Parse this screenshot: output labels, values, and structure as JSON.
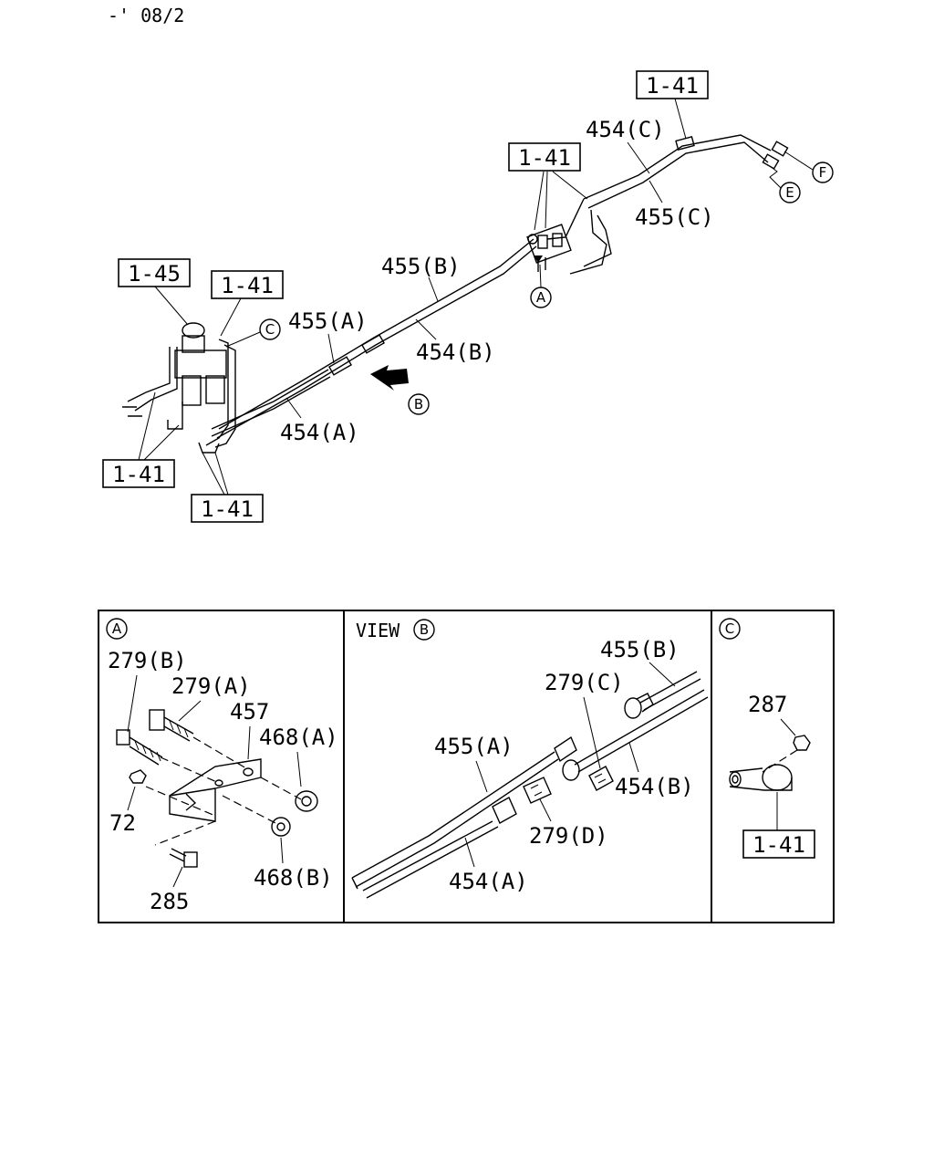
{
  "header": {
    "code": "-' 08/2"
  },
  "main": {
    "refs": {
      "ref_1_45": "1-45",
      "ref_1_41_clip_c": "1-41",
      "ref_1_41_top": "1-41",
      "ref_1_41_mid": "1-41",
      "ref_1_41_bl": "1-41",
      "ref_1_41_bm": "1-41"
    },
    "labels": {
      "p454c": "454(C)",
      "p455c": "455(C)",
      "p455b": "455(B)",
      "p455a": "455(A)",
      "p454b": "454(B)",
      "p454a": "454(A)"
    },
    "markers": {
      "a": "A",
      "b": "B",
      "c": "C",
      "e": "E",
      "f": "F"
    }
  },
  "detail_a": {
    "marker": "A",
    "labels": {
      "p279b": "279(B)",
      "p279a": "279(A)",
      "p457": "457",
      "p468a": "468(A)",
      "p72": "72",
      "p285": "285",
      "p468b": "468(B)"
    }
  },
  "view_b": {
    "title": "VIEW",
    "marker": "B",
    "labels": {
      "p455b": "455(B)",
      "p279c": "279(C)",
      "p455a": "455(A)",
      "p454b": "454(B)",
      "p279d": "279(D)",
      "p454a": "454(A)"
    }
  },
  "detail_c": {
    "marker": "C",
    "labels": {
      "p287": "287",
      "ref": "1-41"
    }
  }
}
